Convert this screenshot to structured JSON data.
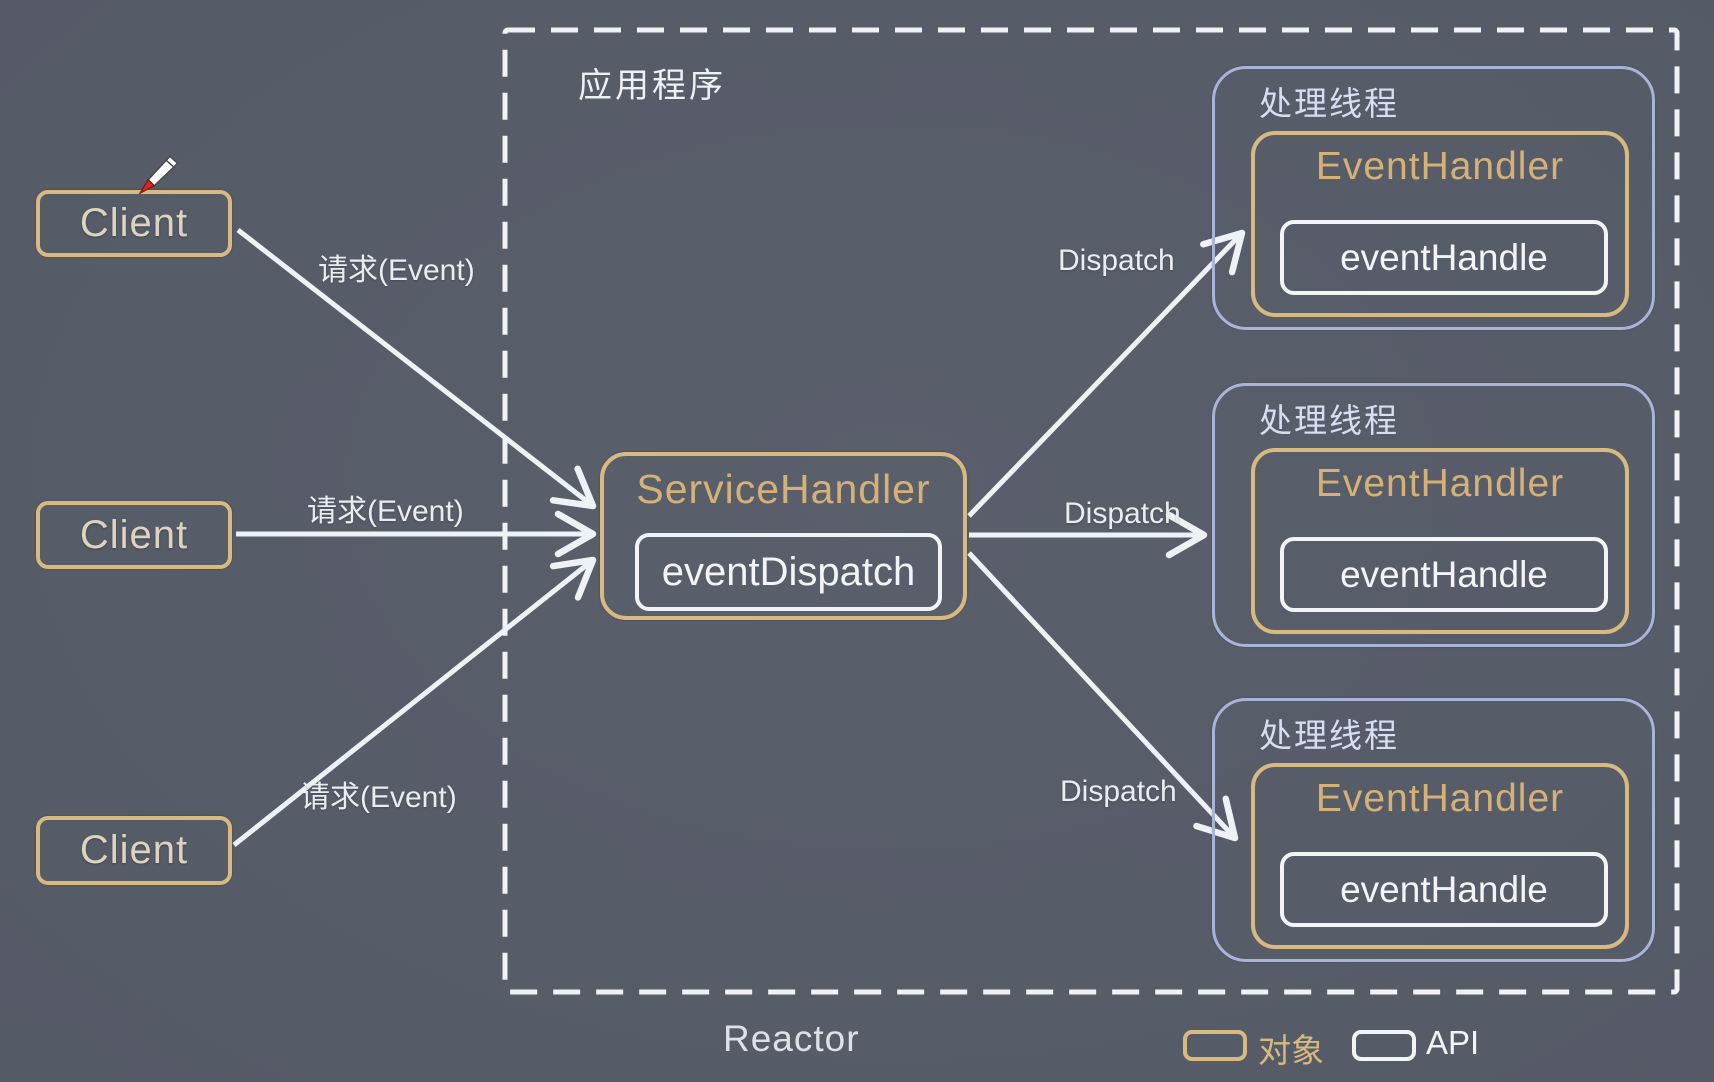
{
  "colors": {
    "background": "#565b68",
    "object_border_gold": "#d8ba81",
    "gold_text": "#d6b176",
    "api_border_white": "#f2f4f7",
    "thread_border_blue": "#a9b4d8",
    "arrow_white": "#eef1f5"
  },
  "app_box": {
    "label": "应用程序",
    "caption": "Reactor"
  },
  "clients": [
    {
      "label": "Client"
    },
    {
      "label": "Client"
    },
    {
      "label": "Client"
    }
  ],
  "service_handler": {
    "title": "ServiceHandler",
    "api": "eventDispatch"
  },
  "threads": [
    {
      "label": "处理线程",
      "handler": "EventHandler",
      "api": "eventHandle"
    },
    {
      "label": "处理线程",
      "handler": "EventHandler",
      "api": "eventHandle"
    },
    {
      "label": "处理线程",
      "handler": "EventHandler",
      "api": "eventHandle"
    }
  ],
  "request_labels": [
    "请求(Event)",
    "请求(Event)",
    "请求(Event)"
  ],
  "dispatch_labels": [
    "Dispatch",
    "Dispatch",
    "Dispatch"
  ],
  "legend": {
    "object_label": "对象",
    "api_label": "API"
  }
}
